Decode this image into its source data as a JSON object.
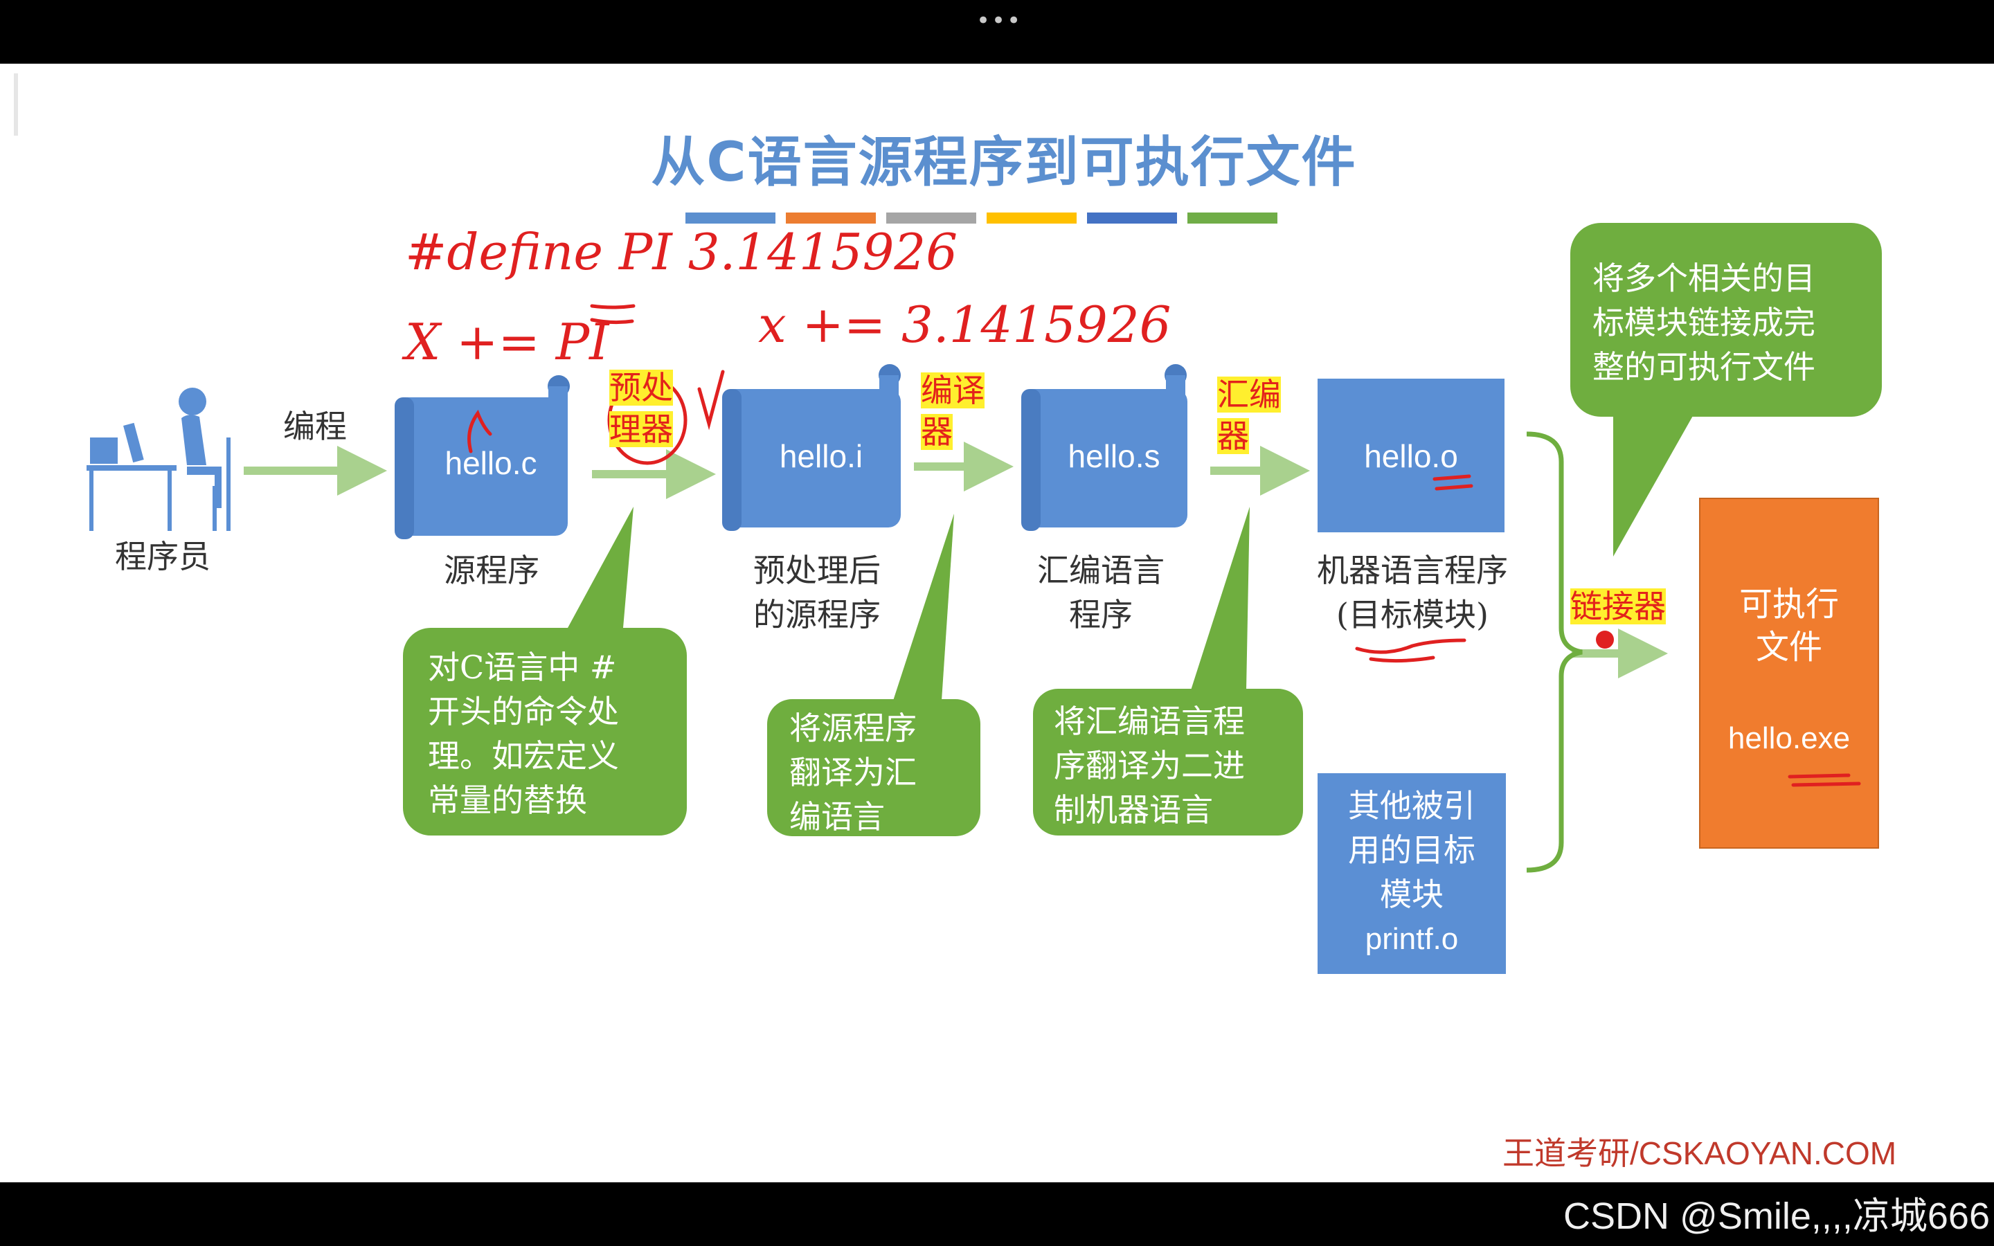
{
  "window": {
    "dots": "•••"
  },
  "slide": {
    "title": "从C语言源程序到可执行文件",
    "title_color": "#5b8fcf",
    "color_bars": [
      "#5b8fcf",
      "#ec7d31",
      "#a5a5a5",
      "#ffc000",
      "#4472c4",
      "#70ad47"
    ],
    "programmer_label": "程序员",
    "step_coding": "编程",
    "hello_c": "hello.c",
    "source_label": "源程序",
    "preprocessor_l1": "预处",
    "preprocessor_l2": "理器",
    "hello_i": "hello.i",
    "preprocessed_l1": "预处理后",
    "preprocessed_l2": "的源程序",
    "compiler_l1": "编译",
    "compiler_l2": "器",
    "hello_s": "hello.s",
    "assembly_l1": "汇编语言",
    "assembly_l2": "程序",
    "assembler_l1": "汇编",
    "assembler_l2": "器",
    "hello_o": "hello.o",
    "machine_l1": "机器语言程序",
    "machine_l2": "(目标模块)",
    "linker": "链接器",
    "exe_l1": "可执行",
    "exe_l2": "文件",
    "hello_exe": "hello.exe",
    "other_l1": "其他被引",
    "other_l2": "用的目标",
    "other_l3": "模块",
    "printf_o": "printf.o",
    "bubble_pre": [
      "对C语言中 #",
      "开头的命令处",
      "理。如宏定义",
      "常量的替换"
    ],
    "bubble_compile": [
      "将源程序",
      "翻译为汇",
      "编语言"
    ],
    "bubble_asm": [
      "将汇编语言程",
      "序翻译为二进",
      "制机器语言"
    ],
    "bubble_link": [
      "将多个相关的目",
      "标模块链接成完",
      "整的可执行文件"
    ],
    "watermark": "王道考研/CSKAOYAN.COM",
    "colors": {
      "doc_blue": "#5b8fd4",
      "bubble_green": "#6fae3f",
      "exe_orange": "#f07c2e",
      "arrow_green": "#a9d18e"
    }
  },
  "annotations": {
    "define_line": "#define PI 3.1415926",
    "expr_line": "X += PI",
    "expanded_line": "x += 3.1415926"
  },
  "footer": {
    "csdn": "CSDN @Smile,,,,凉城666"
  }
}
